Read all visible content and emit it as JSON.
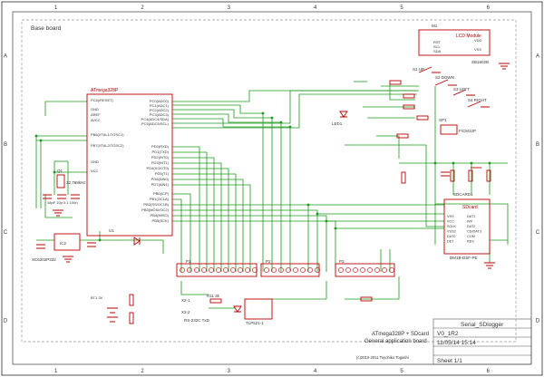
{
  "frame": {
    "col_labels": [
      "1",
      "2",
      "3",
      "4",
      "5",
      "6"
    ],
    "row_labels": [
      "A",
      "B",
      "C",
      "D"
    ]
  },
  "board": {
    "title": "Base board"
  },
  "mcu": {
    "ref": "U1",
    "name": "ATmega328P",
    "left_pins": [
      "PC6(/RESET)",
      "GND",
      "AREF",
      "AVCC",
      "PB6(XTAL1/TOSC1)",
      "PB7(XTAL2/TOSC2)",
      "GND",
      "VCC"
    ],
    "right_pins": [
      "PC0(ADC0)",
      "PC1(ADC1)",
      "PC2(ADC2)",
      "PC3(ADC3)",
      "PC4(ADC4/SDA)",
      "PC5(ADC5/SCL)",
      "PD0(RXD)",
      "PD1(TXD)",
      "PD2(INT0)",
      "PD3(INT1)",
      "PD4(XCK/T0)",
      "PD5(T1)",
      "PD6(AIN0)",
      "PD7(AIN1)",
      "PB0(ICP)",
      "PB1(OC1A)",
      "PB2(SS/OC1B)",
      "PB3(MOSI/OC2)",
      "PB4(MISO)",
      "PB5(SCK)"
    ]
  },
  "crystal": {
    "ref": "Q1",
    "value": "32.768kHz",
    "caps": "18pF 10p 0.1 100n"
  },
  "regulator": {
    "ref": "IC2",
    "name": "XC6202P332"
  },
  "lcd": {
    "ref": "M1",
    "title": "LCD Module",
    "pins": [
      "RST",
      "SCL",
      "SDA",
      "VDD",
      "VSS"
    ],
    "part": "SB1602B"
  },
  "buttons": {
    "s1": "S1 UP",
    "s2": "S2 DOWN",
    "s3": "S3 LEFT",
    "s4": "S4 RIGHT"
  },
  "sdcard": {
    "ref": "SDCARD1",
    "label": "SDcard",
    "pins": [
      "VSS",
      "VCC",
      "SCLK",
      "VSS2",
      "DAT0",
      "DET",
      "DAT1",
      "WP",
      "DAT2",
      "CD/DAT3",
      "COM",
      "RES"
    ],
    "part": "DM1B-DSF-PE"
  },
  "speaker": {
    "label": "SP1",
    "part": "F/CM12P"
  },
  "led": {
    "label": "LED1"
  },
  "connectors": {
    "p1": "P1",
    "p2": "P2",
    "p3": "P3"
  },
  "serial": {
    "x2_1": "X2-1",
    "x2_2": "X2-2",
    "rs232": "RS-232C TxD",
    "photocoupler": "TLP521-1",
    "r11": "R11 3k"
  },
  "battery": {
    "label": "BT1 3V"
  },
  "title_block": {
    "project": "ATmega328P + SDcard",
    "subtitle": "General application board",
    "copyright": "(c)2010-2011 Toyohiko Togashi",
    "name": "Serial_SDlogger",
    "version": "V0_1R2",
    "date": "11/05/14 15:14",
    "sheet": "Sheet 1/1"
  }
}
